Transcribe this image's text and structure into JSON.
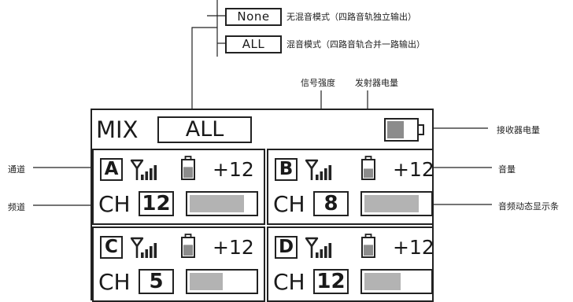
{
  "legend": {
    "none_label": "None",
    "none_desc": "无混音模式（四路音轨独立输出）",
    "all_label": "ALL",
    "all_desc": "混音模式（四路音轨合并一路输出）"
  },
  "screen": {
    "mix_label": "MIX",
    "mix_value": "ALL",
    "receiver_battery_level": 0.55
  },
  "channels": [
    {
      "letter": "A",
      "volume": "+12",
      "ch_label": "CH",
      "ch_number": "12",
      "signal_bars": 4,
      "battery_level": 0.65,
      "meter_level": 0.82
    },
    {
      "letter": "B",
      "volume": "+12",
      "ch_label": "CH",
      "ch_number": "8",
      "signal_bars": 4,
      "battery_level": 0.55,
      "meter_level": 0.82
    },
    {
      "letter": "C",
      "volume": "+12",
      "ch_label": "CH",
      "ch_number": "5",
      "signal_bars": 4,
      "battery_level": 0.65,
      "meter_level": 0.5
    },
    {
      "letter": "D",
      "volume": "+12",
      "ch_label": "CH",
      "ch_number": "12",
      "signal_bars": 4,
      "battery_level": 0.65,
      "meter_level": 0.55
    }
  ],
  "callouts": {
    "signal_strength": "信号强度",
    "transmitter_battery": "发射器电量",
    "receiver_battery": "接收器电量",
    "channel": "通道",
    "frequency_channel": "频道",
    "volume": "音量",
    "audio_meter": "音频动态显示条"
  },
  "colors": {
    "line": "#222222",
    "meter_fill": "#b3b3b3",
    "battery_fill": "#8c8c8c"
  },
  "icons": [
    "antenna-signal-icon",
    "battery-icon"
  ]
}
